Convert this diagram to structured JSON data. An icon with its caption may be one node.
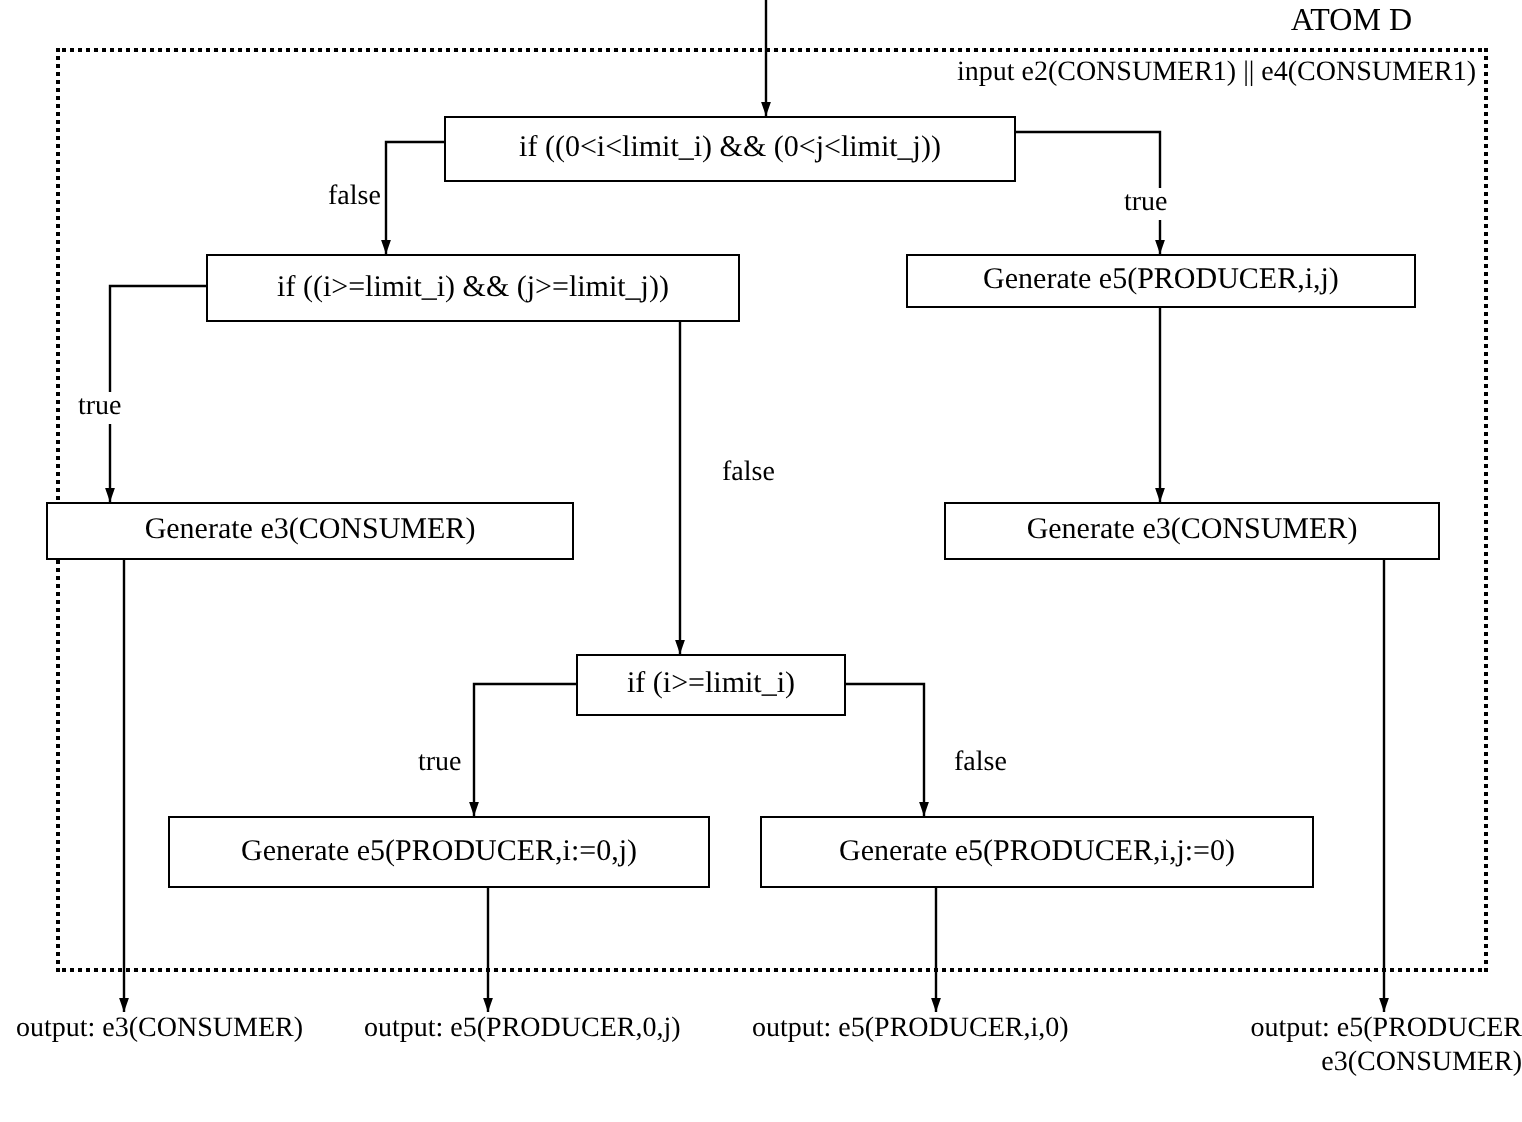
{
  "diagram": {
    "nodes": [
      {
        "text": [
          "ATOM D",
          "input e2(CONSUMER1) || e4(CONSUMER1)"
        ]
      },
      {
        "text": [
          "if ((0<i<limit_i) && (0<j<limit_j))"
        ],
        "in": 0
      },
      {
        "text": [
          "if ((i>=limit_i) && (j>=limit_j))"
        ],
        "in": 0
      },
      {
        "text": [
          "Generate e5(PRODUCER,i,j)"
        ],
        "in": 0
      },
      {
        "text": [
          "Generate e3(CONSUMER)"
        ],
        "in": 0
      },
      {
        "text": [
          "Generate e3(CONSUMER)"
        ],
        "in": 0
      },
      {
        "text": [
          "if (i>=limit_i)"
        ],
        "in": 0
      },
      {
        "text": [
          "Generate e5(PRODUCER,i:=0,j)"
        ],
        "in": 0
      },
      {
        "text": [
          "Generate e5(PRODUCER,i,j:=0)"
        ],
        "in": 0
      },
      {
        "text": [
          "output: e3(CONSUMER)"
        ]
      },
      {
        "text": [
          "output: e5(PRODUCER,0,j)"
        ]
      },
      {
        "text": [
          "output: e5(PRODUCER,i,0)"
        ]
      },
      {
        "text": [
          "output: e5(PRODUCER e3(CONSUMER)"
        ]
      }
    ],
    "edges": [
      {
        "from": null,
        "to": 1,
        "arrow": "to"
      },
      {
        "from": 1,
        "to": 2,
        "arrow": "to",
        "label": "false"
      },
      {
        "from": 1,
        "to": 3,
        "arrow": "to",
        "label": "true"
      },
      {
        "from": 2,
        "to": 4,
        "arrow": "to",
        "label": "true"
      },
      {
        "from": 2,
        "to": 6,
        "arrow": "to",
        "label": "false"
      },
      {
        "from": 3,
        "to": 5,
        "arrow": "to"
      },
      {
        "from": 6,
        "to": 7,
        "arrow": "to",
        "label": "true"
      },
      {
        "from": 6,
        "to": 8,
        "arrow": "to",
        "label": "false"
      },
      {
        "from": 4,
        "to": 9,
        "arrow": "to"
      },
      {
        "from": 7,
        "to": 10,
        "arrow": "to"
      },
      {
        "from": 8,
        "to": 11,
        "arrow": "to"
      },
      {
        "from": 5,
        "to": 12,
        "arrow": "to"
      }
    ]
  }
}
